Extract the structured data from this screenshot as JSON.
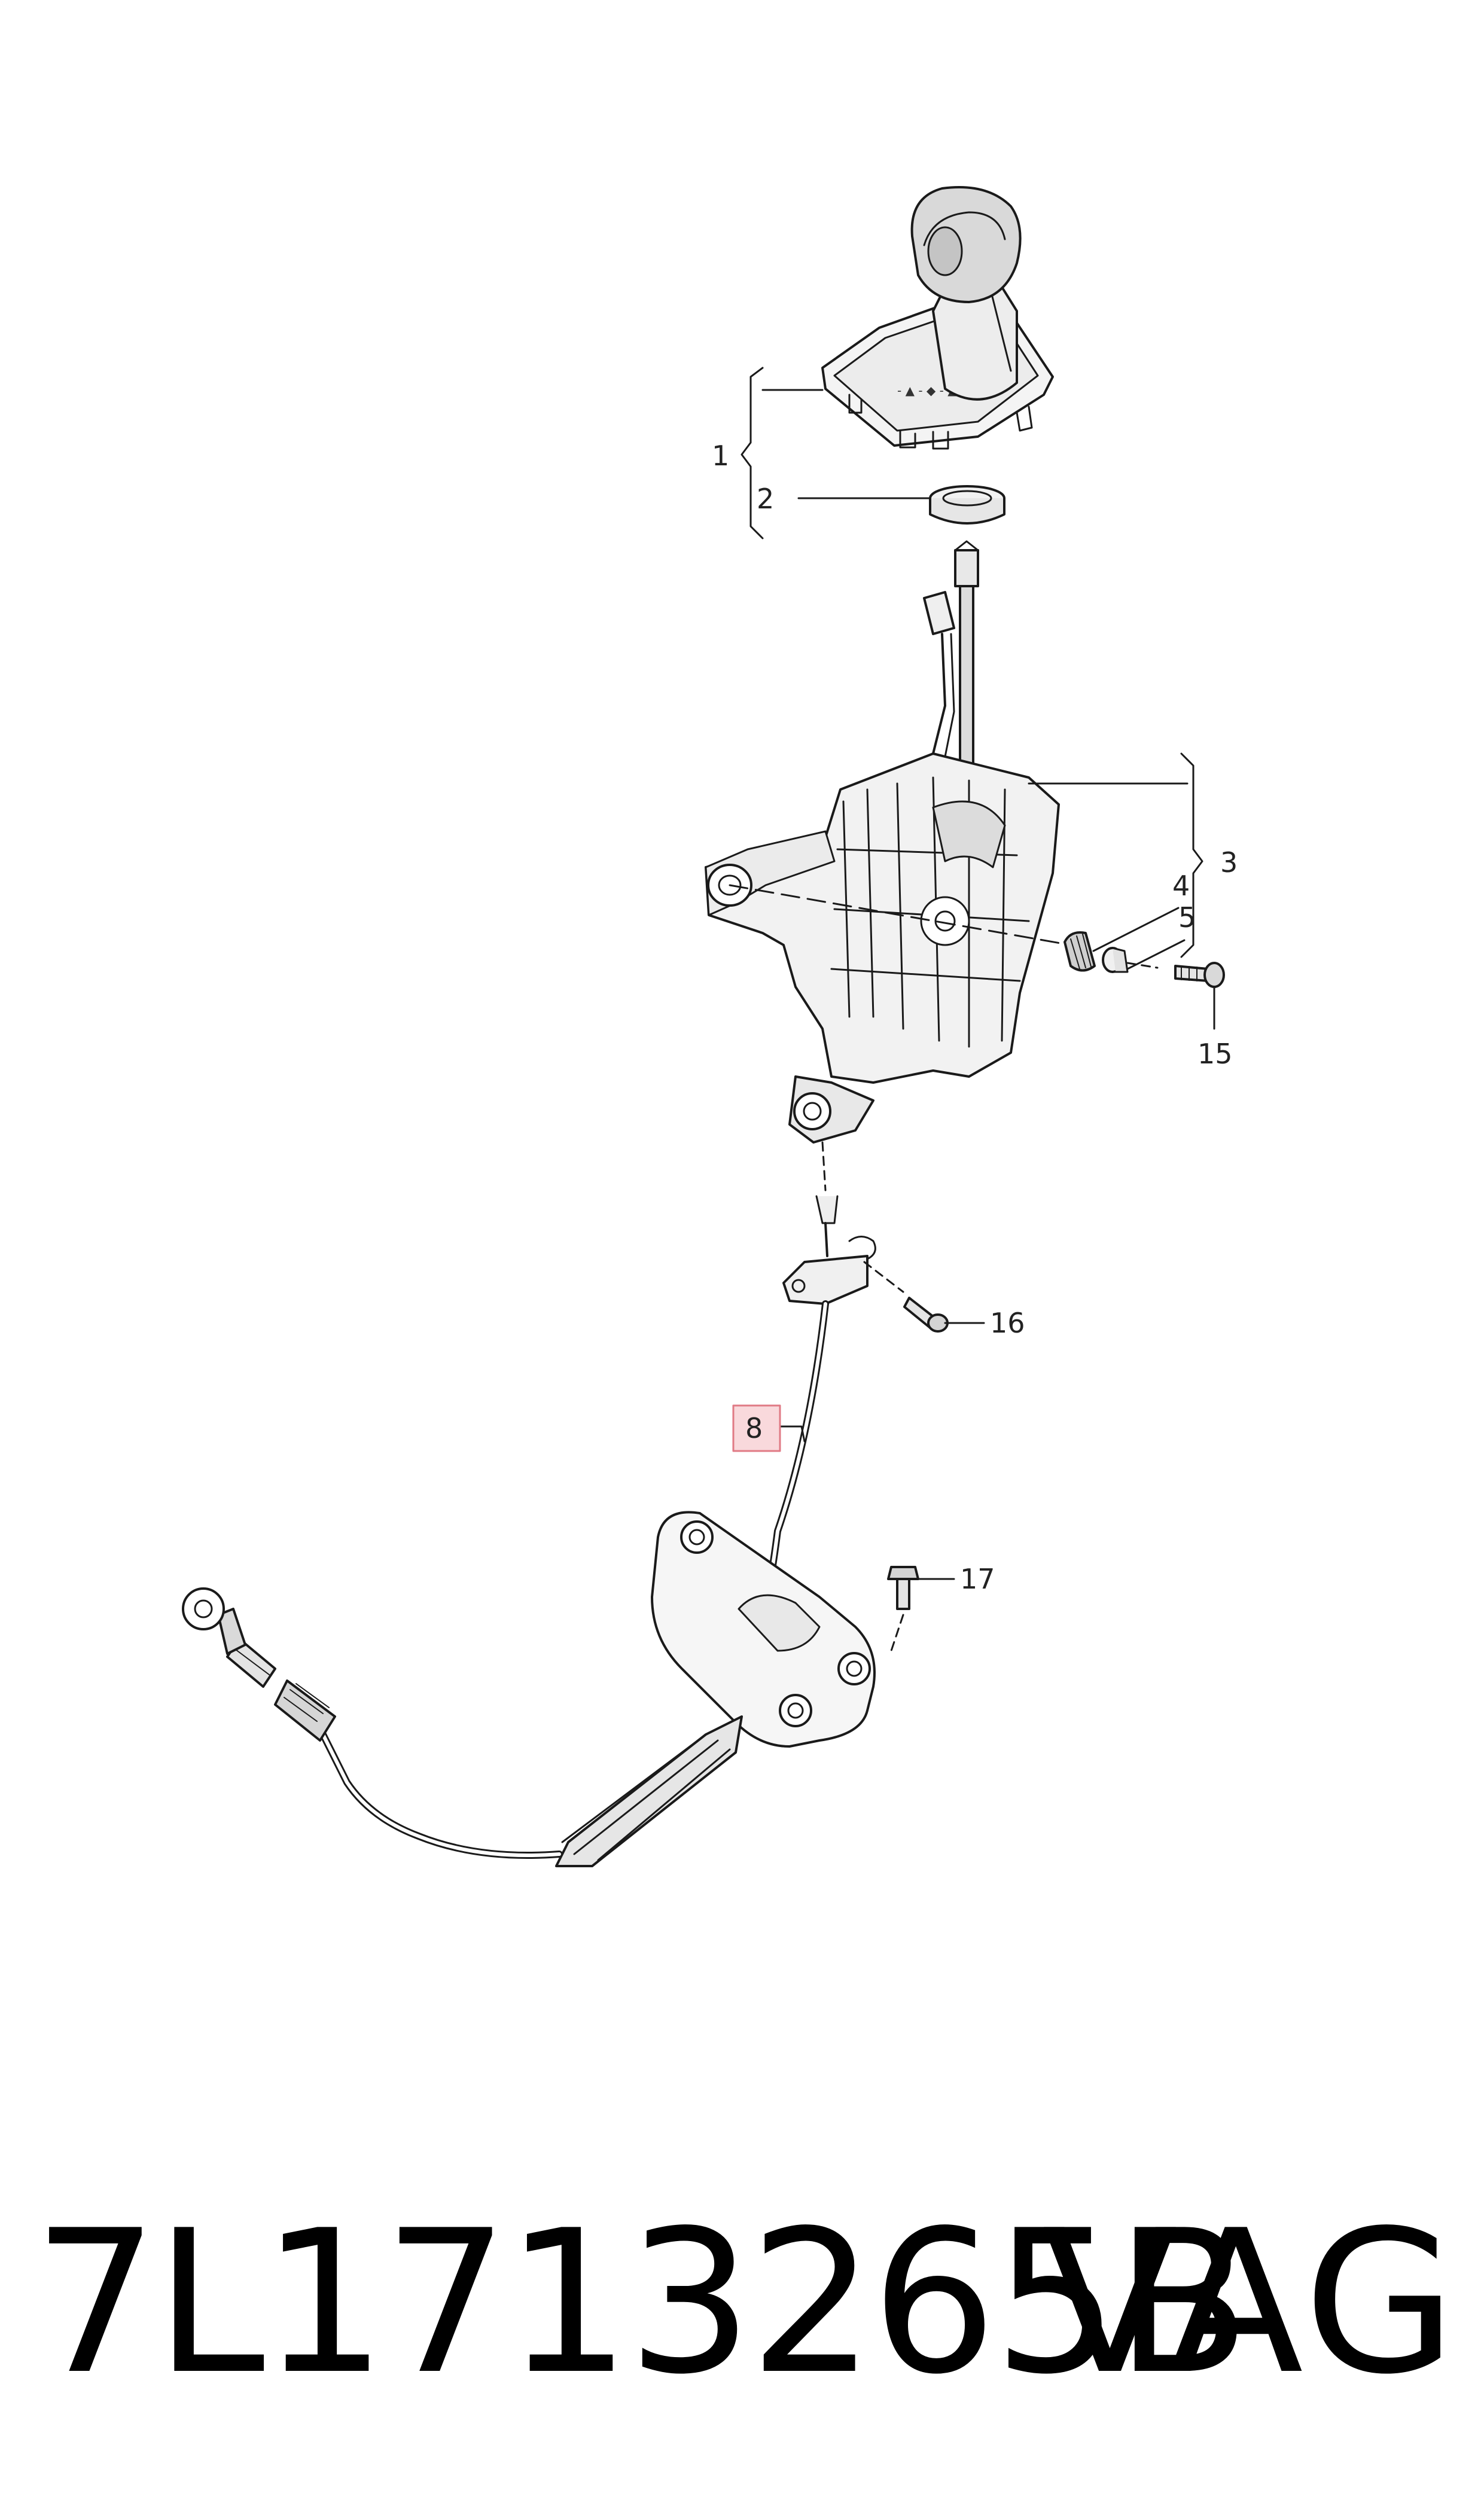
{
  "diagram": {
    "callouts": [
      {
        "id": "1",
        "label": "1"
      },
      {
        "id": "2",
        "label": "2"
      },
      {
        "id": "3",
        "label": "3"
      },
      {
        "id": "4",
        "label": "4"
      },
      {
        "id": "5",
        "label": "5"
      },
      {
        "id": "15",
        "label": "15"
      },
      {
        "id": "16",
        "label": "16"
      },
      {
        "id": "8",
        "label": "8",
        "highlighted": true
      },
      {
        "id": "17",
        "label": "17"
      }
    ],
    "highlight_color": "#f9d9dc",
    "highlight_border": "#e07a85"
  },
  "caption": {
    "part_number": "7L1713265B",
    "brand": "VAG"
  }
}
